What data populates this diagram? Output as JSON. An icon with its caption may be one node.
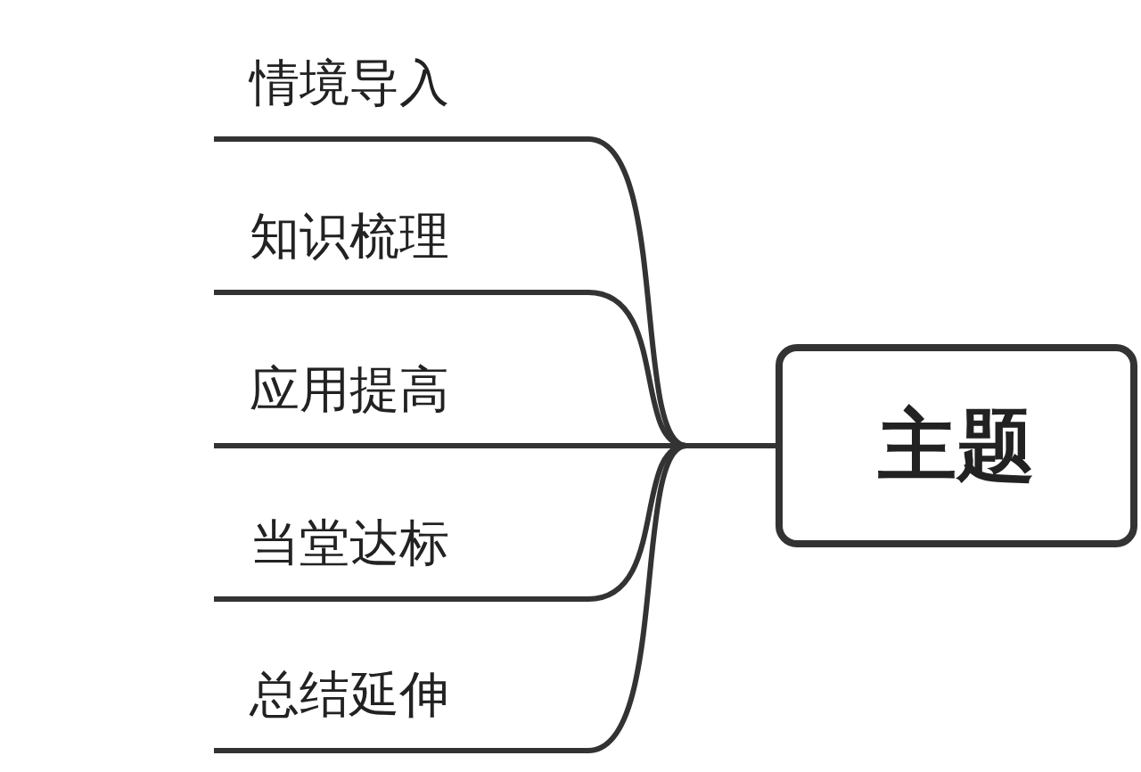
{
  "diagram": {
    "nodes": [
      {
        "text": [
          "主题"
        ]
      },
      {
        "text": [
          "情境导入"
        ]
      },
      {
        "text": [
          "知识梳理"
        ]
      },
      {
        "text": [
          "应用提高"
        ]
      },
      {
        "text": [
          "当堂达标"
        ]
      },
      {
        "text": [
          "总结延伸"
        ]
      }
    ],
    "edges": [
      {
        "from": 0,
        "to": 1,
        "arrow": "none"
      },
      {
        "from": 0,
        "to": 2,
        "arrow": "none"
      },
      {
        "from": 0,
        "to": 3,
        "arrow": "none"
      },
      {
        "from": 0,
        "to": 4,
        "arrow": "none"
      },
      {
        "from": 0,
        "to": 5,
        "arrow": "none"
      }
    ]
  }
}
